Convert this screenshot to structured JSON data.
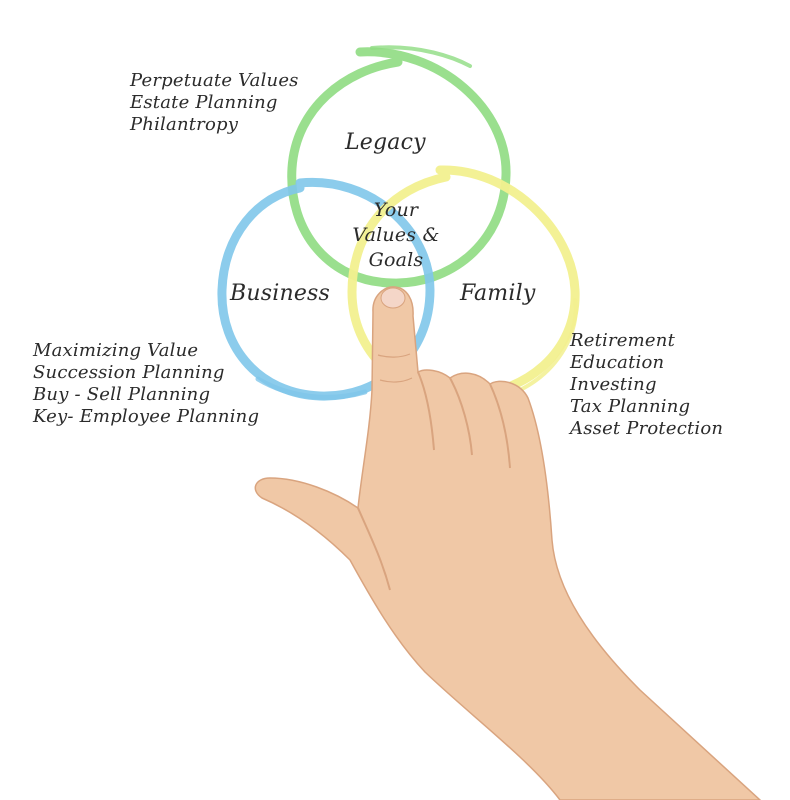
{
  "diagram": {
    "circles": [
      {
        "id": "legacy",
        "label": "Legacy",
        "color": "#8fdc82"
      },
      {
        "id": "business",
        "label": "Business",
        "color": "#7fc6ea"
      },
      {
        "id": "family",
        "label": "Family",
        "color": "#f2f08f"
      }
    ],
    "center": {
      "lines": [
        "Your",
        "Values &",
        "Goals"
      ]
    },
    "lists": {
      "legacy": [
        "Perpetuate Values",
        "Estate Planning",
        "Philantropy"
      ],
      "business": [
        "Maximizing Value",
        "Succession Planning",
        "Buy  - Sell Planning",
        "Key- Employee Planning"
      ],
      "family": [
        "Retirement",
        "Education",
        "Investing",
        "Tax Planning",
        "Asset Protection"
      ]
    }
  },
  "colors": {
    "text": "#2b2b2b",
    "skin": "#f0c8a6",
    "skin_shadow": "#d9a47f",
    "nail": "#f4d6c8"
  }
}
